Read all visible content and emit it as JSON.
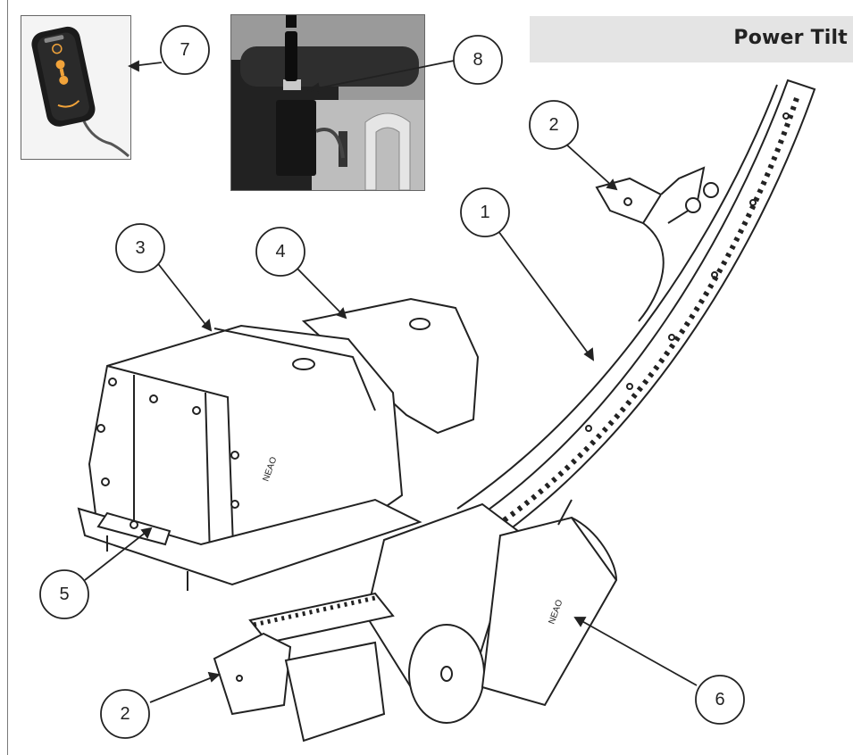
{
  "title": "Power Tilt",
  "callouts": [
    {
      "id": "c1",
      "label": "1"
    },
    {
      "id": "c2a",
      "label": "2"
    },
    {
      "id": "c2b",
      "label": "2"
    },
    {
      "id": "c3",
      "label": "3"
    },
    {
      "id": "c4",
      "label": "4"
    },
    {
      "id": "c5",
      "label": "5"
    },
    {
      "id": "c6",
      "label": "6"
    },
    {
      "id": "c7",
      "label": "7"
    },
    {
      "id": "c8",
      "label": "8"
    }
  ],
  "brand_text": "NEAO",
  "colors": {
    "title_bg": "#e4e4e4",
    "line": "#222222",
    "callout_fill": "#ffffff"
  }
}
